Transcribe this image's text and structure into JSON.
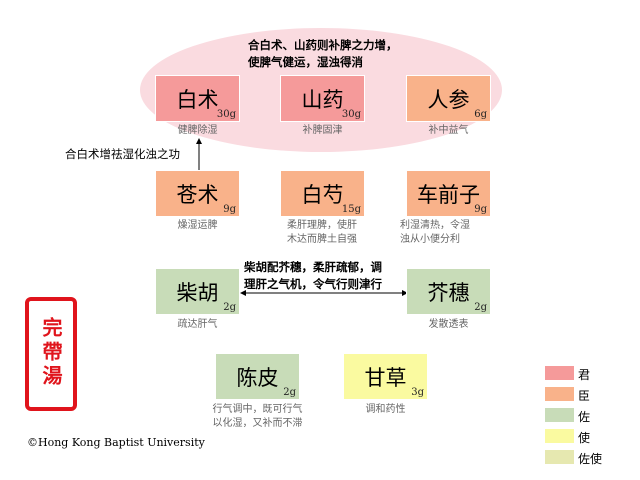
{
  "title_seal": "完帶湯",
  "top_note": [
    "合白术、山药则补脾之力增，",
    "使脾气健运，湿浊得消"
  ],
  "side_note": "合白术增祛湿化浊之功",
  "mid_note": [
    "柴胡配芥穗，柔肝疏郁，调",
    "理肝之气机，令气行则津行"
  ],
  "herbs": [
    {
      "name": "白术",
      "dose": "30g",
      "role": "君",
      "caption": "健脾除湿"
    },
    {
      "name": "山药",
      "dose": "30g",
      "role": "君",
      "caption": "补脾固津"
    },
    {
      "name": "人参",
      "dose": "6g",
      "role": "臣",
      "caption": "补中益气"
    },
    {
      "name": "苍术",
      "dose": "9g",
      "role": "臣",
      "caption": "燥湿运脾"
    },
    {
      "name": "白芍",
      "dose": "15g",
      "role": "臣",
      "caption": "柔肝理脾，使肝",
      "caption2": "木达而脾土自强"
    },
    {
      "name": "车前子",
      "dose": "9g",
      "role": "臣",
      "caption": "利湿清热，令湿",
      "caption2": "浊从小便分利"
    },
    {
      "name": "柴胡",
      "dose": "2g",
      "role": "佐",
      "caption": "疏达肝气"
    },
    {
      "name": "芥穗",
      "dose": "2g",
      "role": "佐",
      "caption": "发散透表"
    },
    {
      "name": "陈皮",
      "dose": "2g",
      "role": "佐",
      "caption": "行气调中，既可行气",
      "caption2": "以化湿，又补而不滞"
    },
    {
      "name": "甘草",
      "dose": "3g",
      "role": "使",
      "caption": "调和药性"
    }
  ],
  "legend": [
    {
      "label": "君",
      "color": "#f59a9a"
    },
    {
      "label": "臣",
      "color": "#f9b28a"
    },
    {
      "label": "佐",
      "color": "#c8dcb8"
    },
    {
      "label": "使",
      "color": "#fafaa0"
    },
    {
      "label": "佐使",
      "color": "#e6e8b0"
    }
  ],
  "copyright": "©Hong Kong Baptist University"
}
